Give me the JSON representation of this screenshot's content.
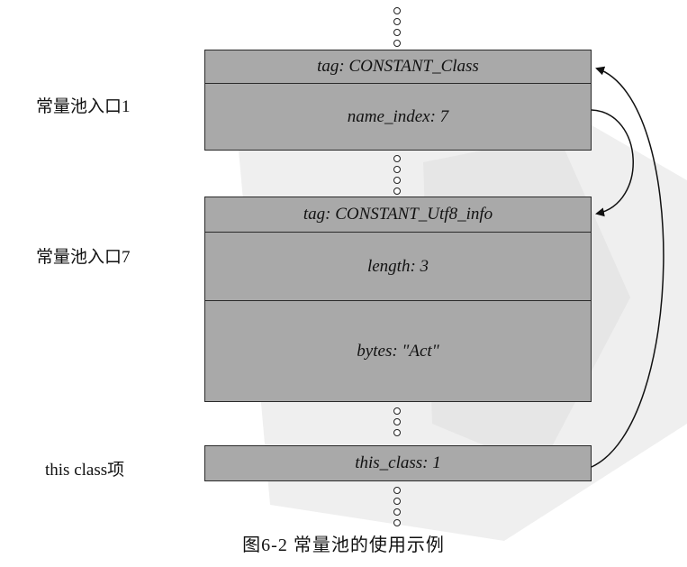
{
  "labels": {
    "entry1": "常量池入口1",
    "entry7": "常量池入口7",
    "this_class": "this class项"
  },
  "boxes": {
    "class_tag": "tag: CONSTANT_Class",
    "class_name_index": "name_index: 7",
    "utf8_tag": "tag: CONSTANT_Utf8_info",
    "utf8_length": "length: 3",
    "utf8_bytes": "bytes: \"Act\"",
    "this_class": "this_class: 1"
  },
  "caption": "图6-2  常量池的使用示例",
  "colors": {
    "box_fill": "#a9a9a9",
    "border": "#2a2a2a",
    "text": "#111111"
  }
}
